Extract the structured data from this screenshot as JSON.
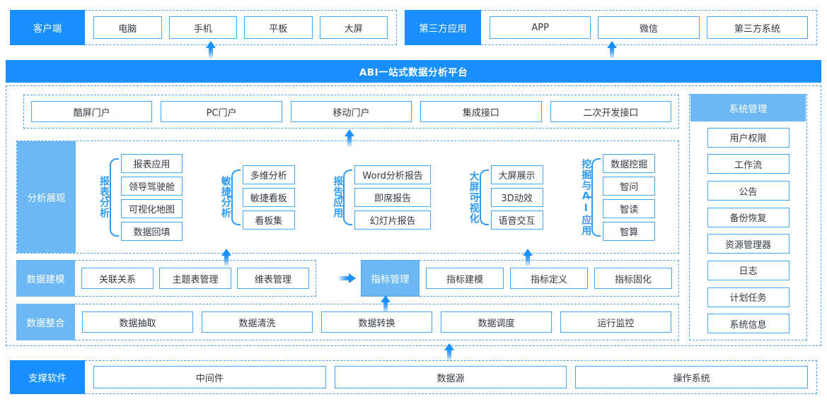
{
  "colors": {
    "primary_blue": "#1890ff",
    "light_blue": "#6cb8f5",
    "border_blue": "#4aa3f0",
    "label_blue": "#2f9bf5",
    "text_dark": "#333941"
  },
  "client_row": {
    "header": "客户端",
    "items": [
      "电脑",
      "手机",
      "平板",
      "大屏"
    ]
  },
  "third_party_row": {
    "header": "第三方应用",
    "items": [
      "APP",
      "微信",
      "第三方系统"
    ]
  },
  "platform": {
    "title": "ABI一站式数据分析平台"
  },
  "portal_row": {
    "items": [
      "酷屏门户",
      "PC门户",
      "移动门户",
      "集成接口",
      "二次开发接口"
    ]
  },
  "analysis_row": {
    "header": "分析展现",
    "groups": [
      {
        "label": "报表分析",
        "items": [
          "报表应用",
          "领导驾驶舱",
          "可视化地图",
          "数据回填"
        ]
      },
      {
        "label": "敏捷分析",
        "items": [
          "多维分析",
          "敏捷看板",
          "看板集"
        ]
      },
      {
        "label": "报告应用",
        "items": [
          "Word分析报告",
          "即席报告",
          "幻灯片报告"
        ]
      },
      {
        "label": "大屏可视化",
        "items": [
          "大屏展示",
          "3D动效",
          "语音交互"
        ]
      },
      {
        "label": "挖掘与AI应用",
        "items": [
          "数据挖掘",
          "智问",
          "智读",
          "智算"
        ]
      }
    ]
  },
  "model_row": {
    "header": "数据建模",
    "items": [
      "关联关系",
      "主题表管理",
      "维表管理"
    ]
  },
  "metric_row": {
    "header": "指标管理",
    "items": [
      "指标建模",
      "指标定义",
      "指标固化"
    ]
  },
  "integrate_row": {
    "header": "数据整合",
    "items": [
      "数据抽取",
      "数据清洗",
      "数据转换",
      "数据调度",
      "运行监控"
    ]
  },
  "system_management": {
    "header": "系统管理",
    "items": [
      "用户权限",
      "工作流",
      "公告",
      "备份恢复",
      "资源管理器",
      "日志",
      "计划任务",
      "系统信息"
    ]
  },
  "support_row": {
    "header": "支撑软件",
    "items": [
      "中间件",
      "数据源",
      "操作系统"
    ]
  }
}
